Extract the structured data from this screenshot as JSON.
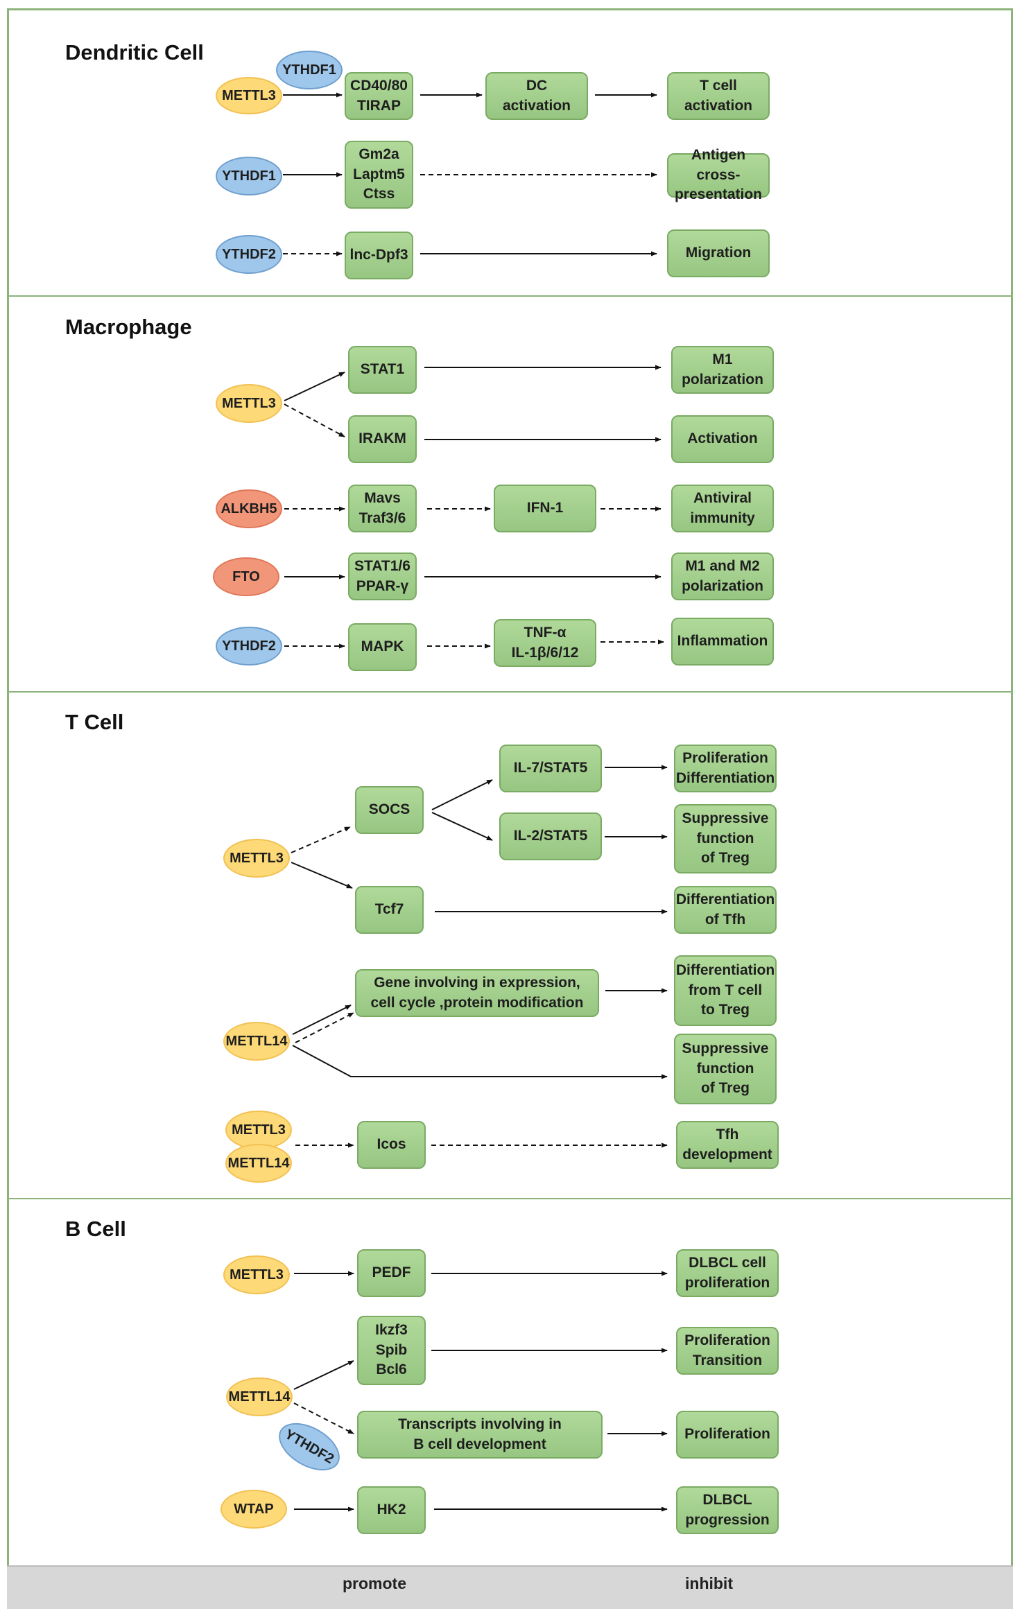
{
  "sections": {
    "dendritic": "Dendritic Cell",
    "macrophage": "Macrophage",
    "tcell": "T Cell",
    "bcell": "B Cell"
  },
  "nodes": {
    "dc_mettl3": "METTL3",
    "dc_ythdf1_top": "YTHDF1",
    "dc_cd40": "CD40/80\nTIRAP",
    "dc_activation": "DC\nactivation",
    "dc_tcell_activation": "T cell\nactivation",
    "dc_ythdf1": "YTHDF1",
    "dc_gm2a": "Gm2a\nLaptm5\nCtss",
    "dc_antigen": "Antigen cross-\npresentation",
    "dc_ythdf2": "YTHDF2",
    "dc_lncdpf3": "lnc-Dpf3",
    "dc_migration": "Migration",
    "mp_mettl3": "METTL3",
    "mp_stat1": "STAT1",
    "mp_m1": "M1\npolarization",
    "mp_irakm": "IRAKM",
    "mp_activation": "Activation",
    "mp_alkbh5": "ALKBH5",
    "mp_mavs": "Mavs\nTraf3/6",
    "mp_ifn1": "IFN-1",
    "mp_antiviral": "Antiviral\nimmunity",
    "mp_fto": "FTO",
    "mp_stat16": "STAT1/6\nPPAR-γ",
    "mp_m1m2": "M1 and M2\npolarization",
    "mp_ythdf2": "YTHDF2",
    "mp_mapk": "MAPK",
    "mp_tnf": "TNF-α\nIL-1β/6/12",
    "mp_inflammation": "Inflammation",
    "tc_mettl3": "METTL3",
    "tc_socs": "SOCS",
    "tc_il7": "IL-7/STAT5",
    "tc_prolif": "Proliferation\nDifferentiation",
    "tc_il2": "IL-2/STAT5",
    "tc_suppressive1": "Suppressive\nfunction\nof Treg",
    "tc_tcf7": "Tcf7",
    "tc_difftfh": "Differentiation\nof Tfh",
    "tc_mettl14": "METTL14",
    "tc_gene": "Gene involving in expression,\ncell cycle ,protein modification",
    "tc_difftreg": "Differentiation\nfrom T cell\nto Treg",
    "tc_suppressive2": "Suppressive\nfunction\nof Treg",
    "tc_mettl3b": "METTL3",
    "tc_mettl14b": "METTL14",
    "tc_icos": "Icos",
    "tc_tfhdev": "Tfh\ndevelopment",
    "bc_mettl3": "METTL3",
    "bc_pedf": "PEDF",
    "bc_dlbcl": "DLBCL cell\nproliferation",
    "bc_mettl14": "METTL14",
    "bc_ikzf3": "Ikzf3\nSpib\nBcl6",
    "bc_proltrans": "Proliferation\nTransition",
    "bc_ythdf2": "YTHDF2",
    "bc_transcripts": "Transcripts involving in\nB cell development",
    "bc_prolif": "Proliferation",
    "bc_wtap": "WTAP",
    "bc_hk2": "HK2",
    "bc_dlbclprog": "DLBCL\nprogression"
  },
  "legend": {
    "promote": "promote",
    "inhibit": "inhibit"
  },
  "colors": {
    "box_fill": "#a5d28f",
    "box_border": "#7aab63",
    "writer_oval": "#fdd978",
    "reader_oval": "#9ec7eb",
    "eraser_oval": "#f2967a",
    "divider": "#8bb37a",
    "footer": "#d7d7d7"
  }
}
